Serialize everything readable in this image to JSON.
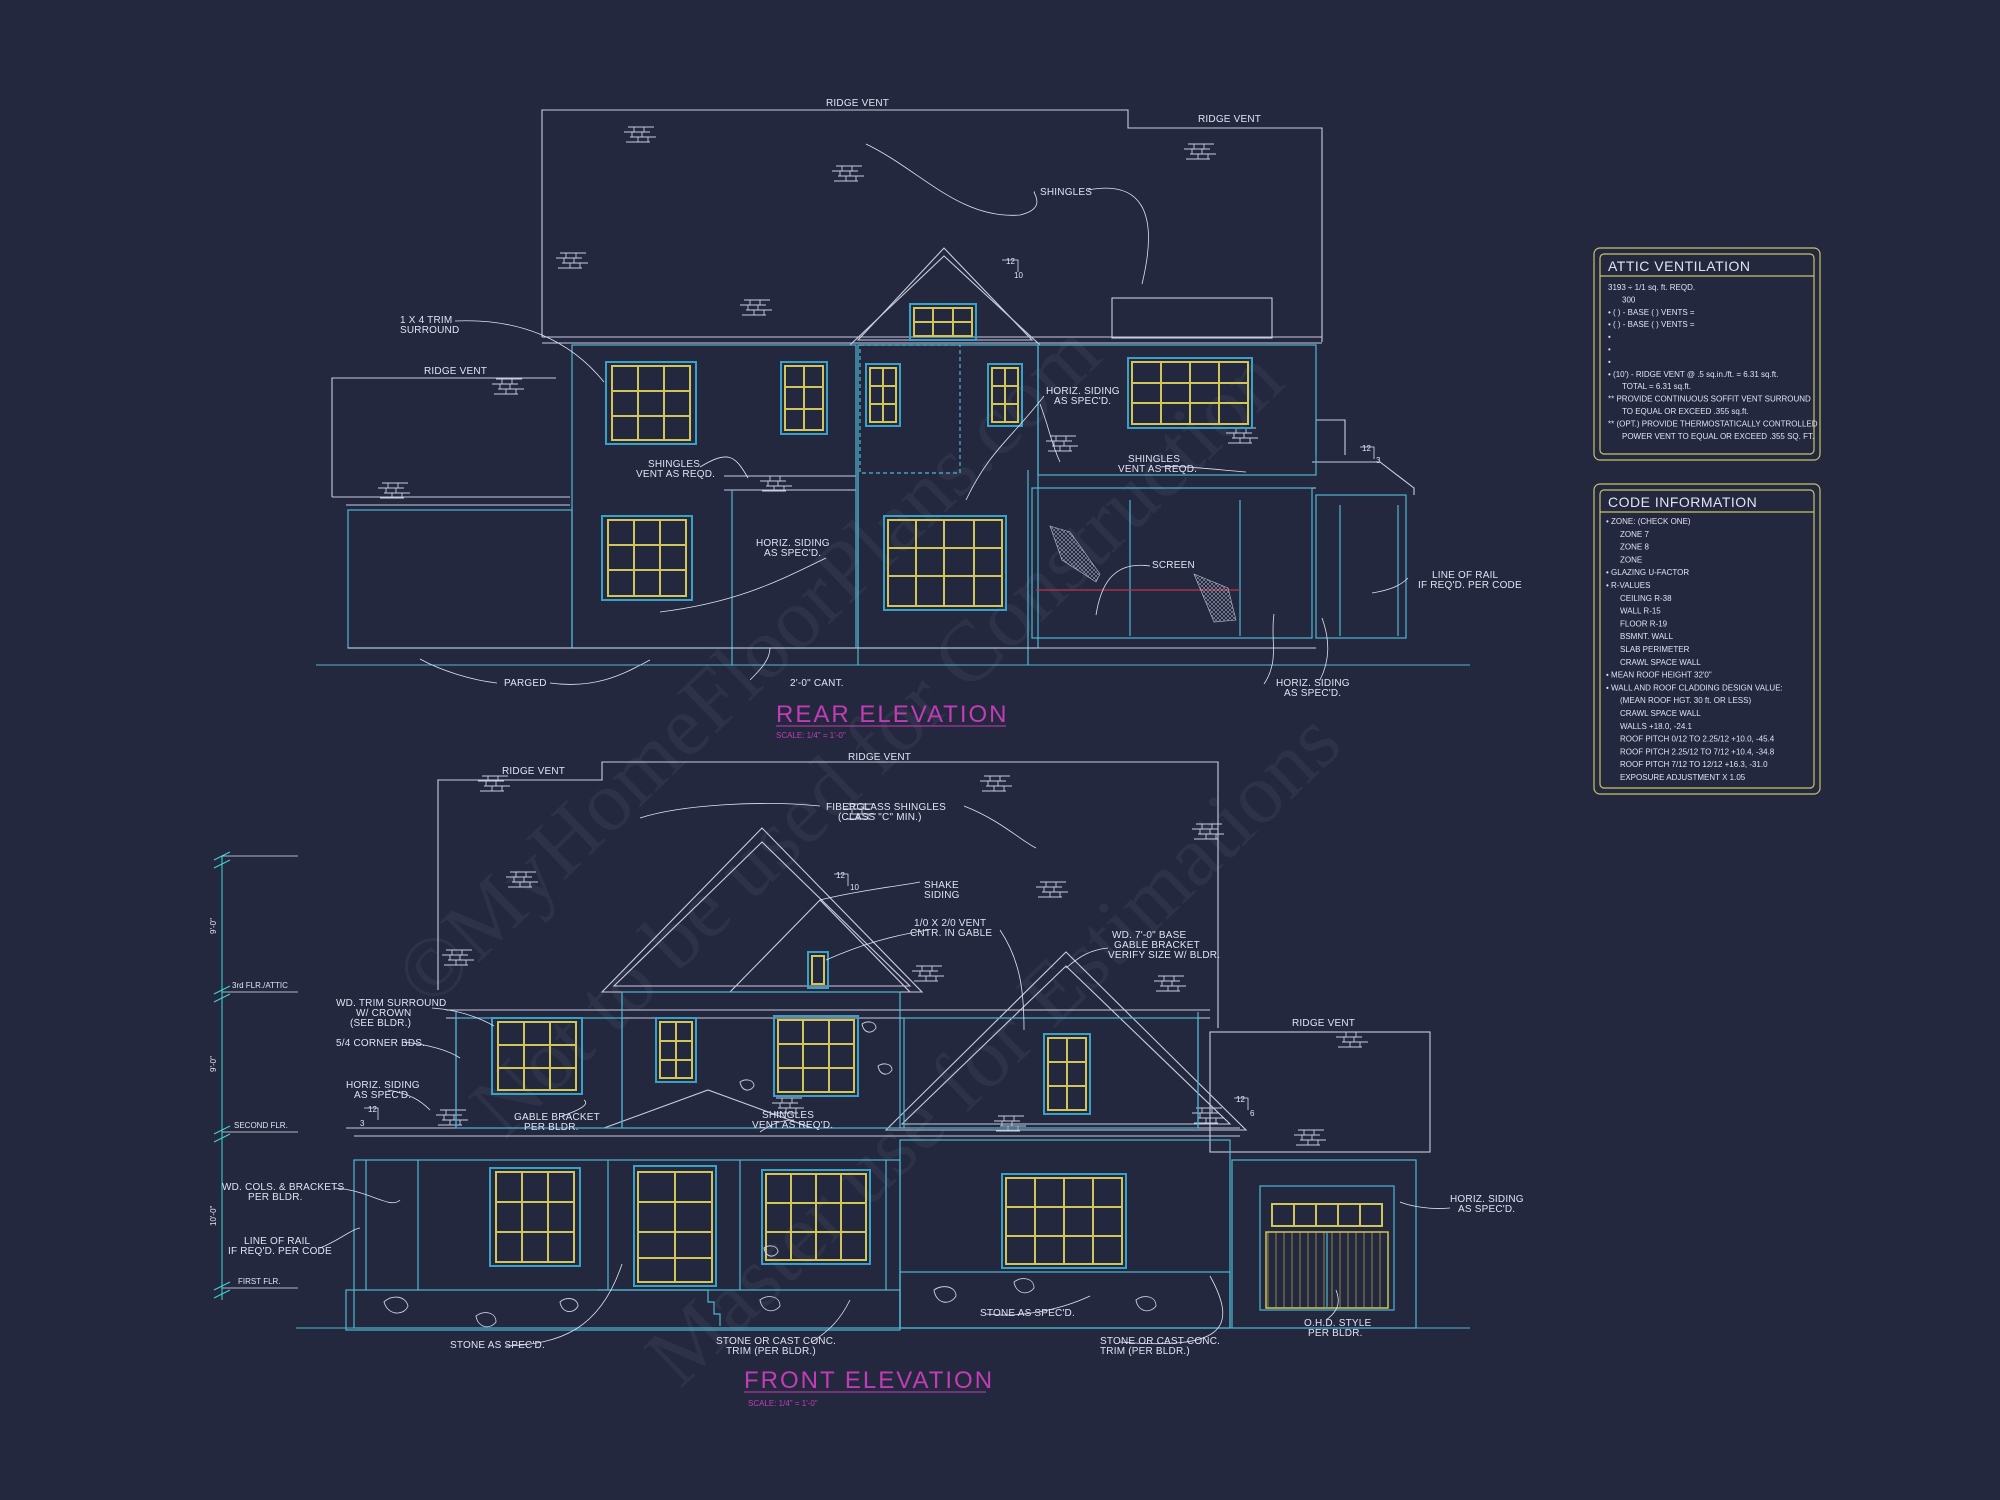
{
  "rear_elevation": {
    "title": "REAR ELEVATION",
    "scale": "SCALE: 1/4\" = 1'-0\"",
    "notes": {
      "ridge_vent_1": "RIDGE VENT",
      "ridge_vent_2": "RIDGE VENT",
      "ridge_vent_3": "RIDGE VENT",
      "shingles": "SHINGLES",
      "trim_surround": [
        "1 X 4 TRIM",
        "SURROUND"
      ],
      "shingles_vent_left": [
        "SHINGLES",
        "VENT AS REQD."
      ],
      "horiz_siding_upper": [
        "HORIZ. SIDING",
        "AS SPEC'D."
      ],
      "shingles_vent_right": [
        "SHINGLES",
        "VENT AS REQD."
      ],
      "horiz_siding_lower": [
        "HORIZ. SIDING",
        "AS SPEC'D."
      ],
      "screen": "SCREEN",
      "line_of_rail": [
        "LINE OF RAIL",
        "IF REQ'D. PER CODE"
      ],
      "parged": "PARGED",
      "cant": "2'-0\" CANT.",
      "horiz_siding_right": [
        "HORIZ. SIDING",
        "AS SPEC'D."
      ],
      "pitch_12": "12",
      "pitch_10": "10",
      "pitch_12b": "12",
      "pitch_3": "3"
    }
  },
  "front_elevation": {
    "title": "FRONT ELEVATION",
    "scale": "SCALE: 1/4\" = 1'-0\"",
    "notes": {
      "ridge_vent_left": "RIDGE VENT",
      "ridge_vent_top": "RIDGE VENT",
      "ridge_vent_right": "RIDGE VENT",
      "fiberglass_shingles": [
        "FIBERGLASS SHINGLES",
        "(CLASS \"C\" MIN.)"
      ],
      "shake_siding": [
        "SHAKE",
        "SIDING"
      ],
      "vent_in_gable": [
        "1/0 X 2/0 VENT",
        "CNTR. IN GABLE"
      ],
      "base_gable_bracket": [
        "WD. 7'-0\" BASE",
        "GABLE BRACKET",
        "VERIFY SIZE W/ BLDR."
      ],
      "wd_trim_surround": [
        "WD. TRIM SURROUND",
        "W/ CROWN",
        "(SEE BLDR.)"
      ],
      "corner_bds": "5/4 CORNER BDS.",
      "horiz_siding_left": [
        "HORIZ. SIDING",
        "AS SPEC'D."
      ],
      "gable_bracket": [
        "GABLE BRACKET",
        "PER BLDR."
      ],
      "shingles_vent": [
        "SHINGLES",
        "VENT AS REQ'D."
      ],
      "wd_cols": [
        "WD. COLS. & BRACKETS",
        "PER BLDR."
      ],
      "line_of_rail": [
        "LINE OF RAIL",
        "IF REQ'D. PER CODE"
      ],
      "horiz_siding_right": [
        "HORIZ. SIDING",
        "AS SPEC'D."
      ],
      "stone_left": "STONE AS SPEC'D.",
      "stone_trim_center": [
        "STONE OR CAST CONC.",
        "TRIM (PER BLDR.)"
      ],
      "stone_center": "STONE AS SPEC'D.",
      "stone_trim_right": [
        "STONE OR CAST CONC.",
        "TRIM (PER BLDR.)"
      ],
      "ohd_style": [
        "O.H.D. STYLE",
        "PER BLDR."
      ],
      "pitch_12a": "12",
      "pitch_10a": "10",
      "pitch_12b": "12",
      "pitch_3b": "3",
      "pitch_12c": "12",
      "pitch_6": "6"
    },
    "levels": {
      "attic": "3rd FLR./ATTIC",
      "second": "SECOND FLR.",
      "first": "FIRST FLR.",
      "dim_upper": "9'-0\"",
      "dim_middle": "9'-0\"",
      "dim_lower": "10'-0\""
    }
  },
  "attic_ventilation": {
    "title": "ATTIC VENTILATION",
    "lines": [
      "3193 ÷ 1/1 sq. ft. REQD.",
      "300",
      "• ( ) - BASE ( ) VENTS =",
      "• ( ) - BASE ( ) VENTS =",
      "•",
      "•",
      "•",
      "• (10') - RIDGE VENT @ .5 sq.in./ft. = 6.31 sq.ft.",
      "TOTAL = 6.31 sq.ft.",
      "** PROVIDE CONTINUOUS SOFFIT VENT SURROUND",
      "TO EQUAL OR EXCEED .355 sq.ft.",
      "** (OPT.) PROVIDE THERMOSTATICALLY CONTROLLED",
      "POWER VENT TO EQUAL OR EXCEED .355 SQ. FT."
    ]
  },
  "code_information": {
    "title": "CODE INFORMATION",
    "lines": [
      "• ZONE: (CHECK ONE)",
      "ZONE 7",
      "ZONE 8",
      "ZONE",
      "• GLAZING U-FACTOR",
      "• R-VALUES",
      "CEILING R-38",
      "WALL R-15",
      "FLOOR R-19",
      "BSMNT. WALL",
      "SLAB PERIMETER",
      "CRAWL SPACE WALL",
      "• MEAN ROOF HEIGHT 32'0\"",
      "• WALL AND ROOF CLADDING DESIGN VALUE:",
      "(MEAN ROOF HGT. 30 ft. OR LESS)",
      "CRAWL SPACE WALL",
      "WALLS +18.0, -24.1",
      "ROOF PITCH 0/12 TO 2.25/12 +10.0, -45.4",
      "ROOF PITCH 2.25/12 TO 7/12 +10.4, -34.8",
      "ROOF PITCH 7/12 TO 12/12 +16.3, -31.0",
      "EXPOSURE ADJUSTMENT X 1.05"
    ]
  },
  "watermark": {
    "line1": "©MyHomeFloorPlans.com",
    "line2": "Not to be used for Construction",
    "line3": "Master use for Estimations"
  },
  "colors": {
    "background": "#24283f",
    "walls": "#4fb6cf",
    "windows": "#cfc55a",
    "titles": "#c23cb6",
    "panels": "#c7c36a"
  }
}
